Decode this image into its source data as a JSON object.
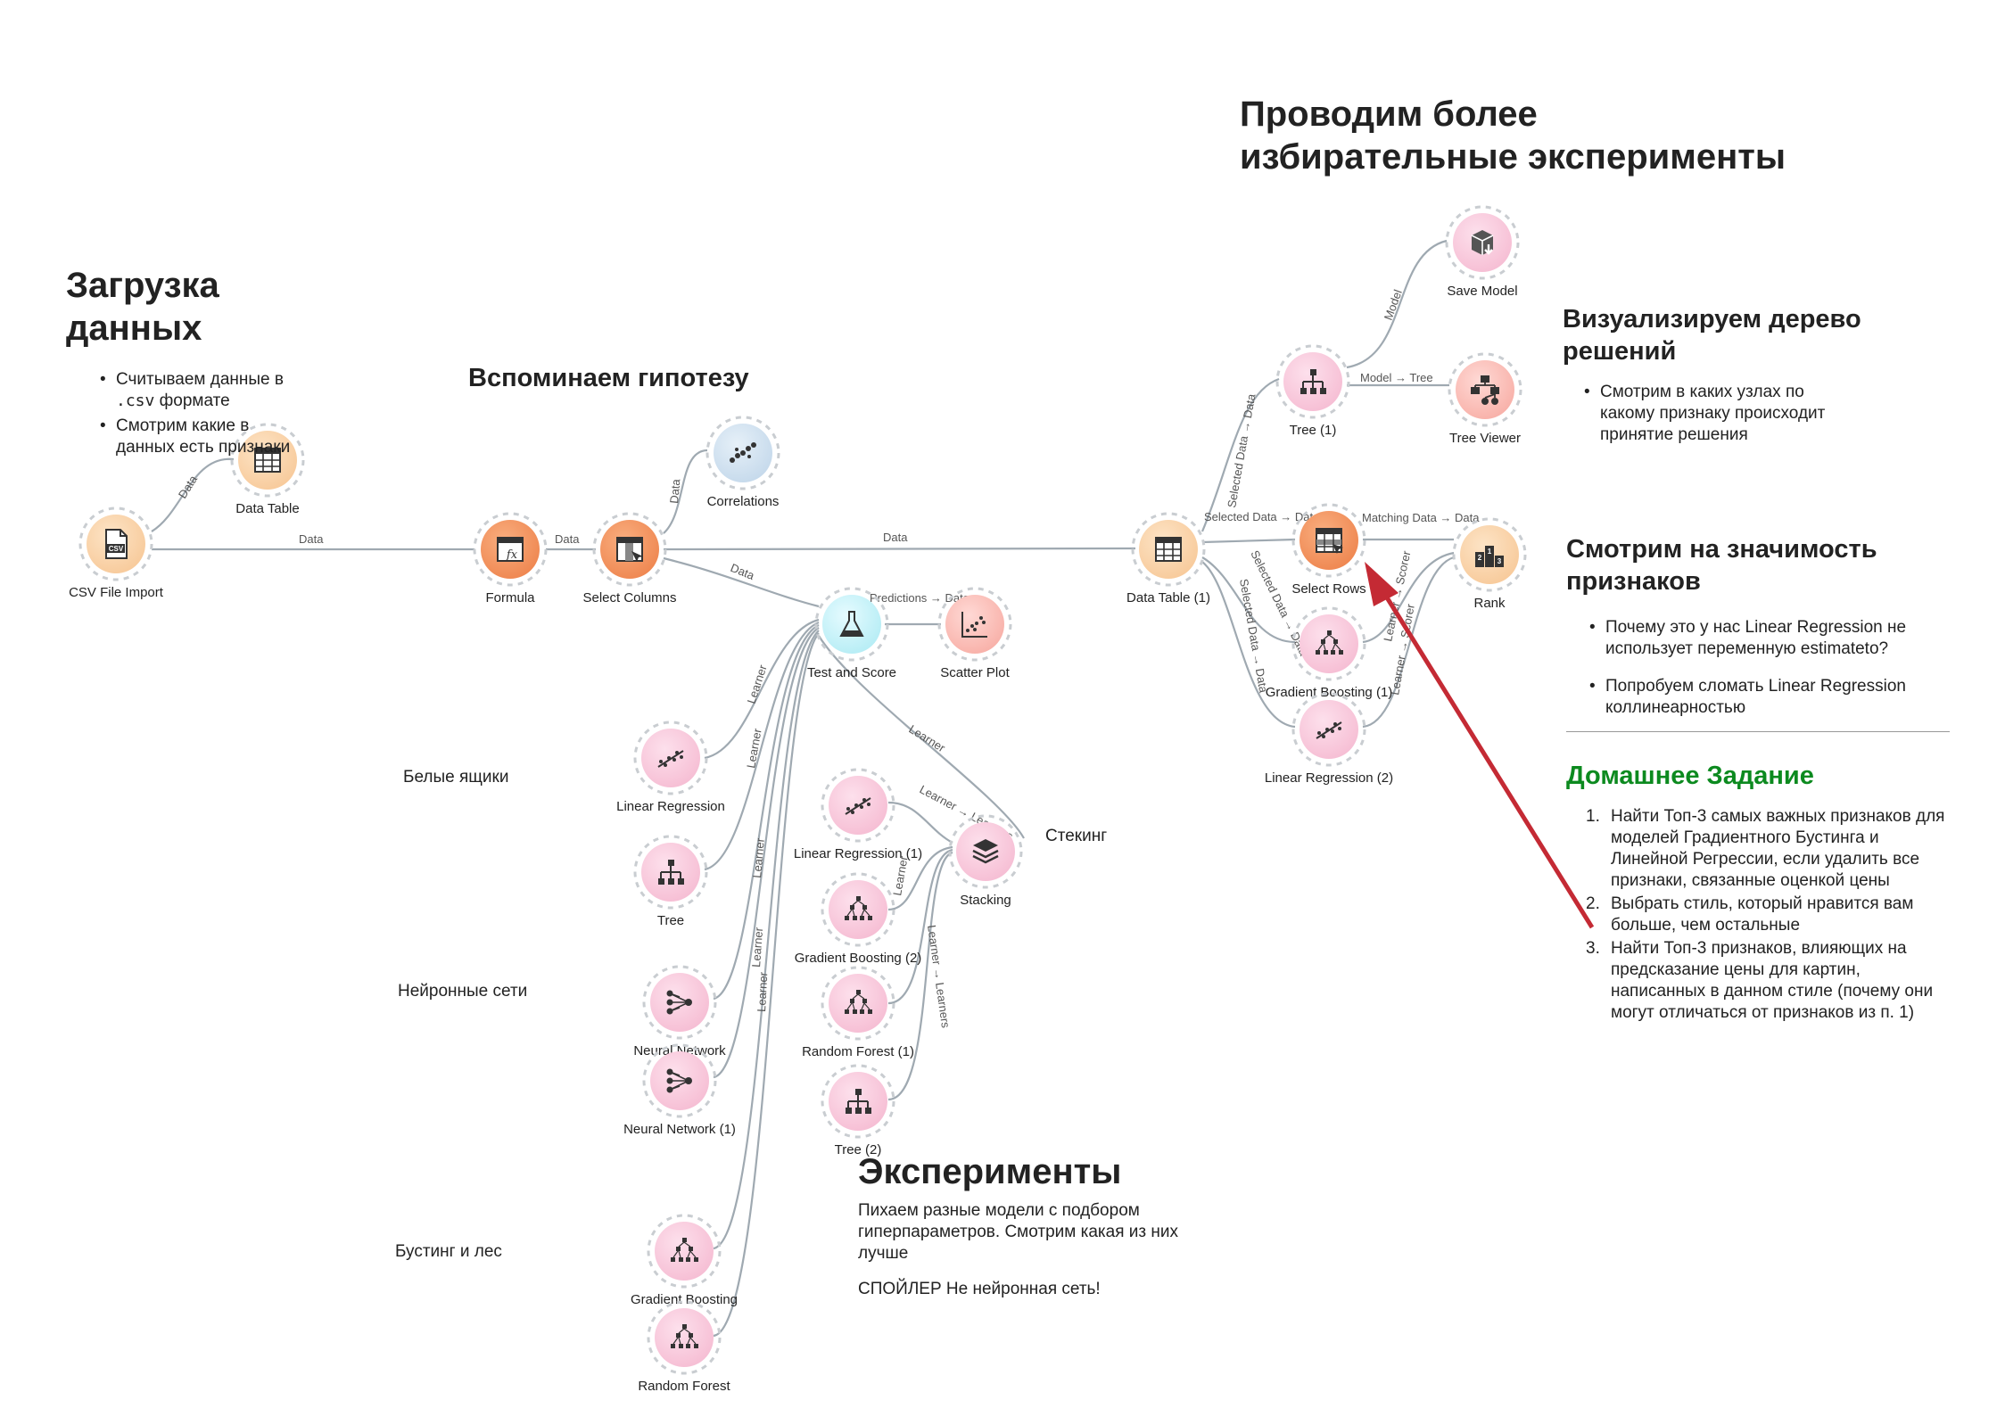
{
  "colors": {
    "link": "#9fa9b1",
    "arrow": "#c42a34",
    "green_heading": "#0c8a1f"
  },
  "nodes": {
    "csv": {
      "label": "CSV File Import",
      "icon": "csv-file-icon"
    },
    "data_table": {
      "label": "Data Table",
      "icon": "table-icon"
    },
    "formula": {
      "label": "Formula",
      "icon": "formula-icon"
    },
    "select_columns": {
      "label": "Select Columns",
      "icon": "select-columns-icon"
    },
    "correlations": {
      "label": "Correlations",
      "icon": "correlations-icon"
    },
    "test_score": {
      "label": "Test and Score",
      "icon": "flask-icon"
    },
    "scatter": {
      "label": "Scatter Plot",
      "icon": "scatter-plot-icon"
    },
    "linreg": {
      "label": "Linear Regression",
      "icon": "linear-regression-icon"
    },
    "tree": {
      "label": "Tree",
      "icon": "tree-icon"
    },
    "nn": {
      "label": "Neural Network",
      "icon": "neural-network-icon"
    },
    "nn1": {
      "label": "Neural Network (1)",
      "icon": "neural-network-icon"
    },
    "gb": {
      "label": "Gradient Boosting",
      "icon": "gradient-boosting-icon"
    },
    "rf": {
      "label": "Random Forest",
      "icon": "random-forest-icon"
    },
    "linreg1": {
      "label": "Linear Regression (1)",
      "icon": "linear-regression-icon"
    },
    "gb2": {
      "label": "Gradient Boosting (2)",
      "icon": "gradient-boosting-icon"
    },
    "rf1": {
      "label": "Random Forest (1)",
      "icon": "random-forest-icon"
    },
    "tree2": {
      "label": "Tree (2)",
      "icon": "tree-icon"
    },
    "stacking": {
      "label": "Stacking",
      "icon": "stacking-icon"
    },
    "dt1": {
      "label": "Data Table (1)",
      "icon": "table-icon"
    },
    "tree1": {
      "label": "Tree (1)",
      "icon": "tree-icon"
    },
    "save_model": {
      "label": "Save Model",
      "icon": "save-model-icon"
    },
    "tree_viewer": {
      "label": "Tree Viewer",
      "icon": "tree-viewer-icon"
    },
    "select_rows": {
      "label": "Select Rows",
      "icon": "select-rows-icon"
    },
    "rank": {
      "label": "Rank",
      "icon": "rank-icon"
    },
    "gb1": {
      "label": "Gradient Boosting (1)",
      "icon": "gradient-boosting-icon"
    },
    "linreg2": {
      "label": "Linear Regression (2)",
      "icon": "linear-regression-icon"
    }
  },
  "links": {
    "data": "Data",
    "learner": "Learner",
    "learners": "Learners",
    "model": "Model",
    "model_tree": "Model → Tree",
    "predictions_data": "Predictions → Data",
    "selected_data_data": "Selected Data → Data",
    "matching_data_data": "Matching Data → Data",
    "learner_scorer": "Learner → Scorer",
    "learner_learners": "Learner → Learners"
  },
  "notes": {
    "load_title": "Загрузка данных",
    "load_b1_pre": "Считываем данные в ",
    "load_b1_code": ".csv",
    "load_b1_post": " формате",
    "load_b2": "Смотрим какие в данных есть признаки",
    "hypothesis_title": "Вспоминаем гипотезу",
    "white_boxes": "Белые ящики",
    "neural_nets": "Нейронные сети",
    "boosting_forest": "Бустинг и лес",
    "stacking_label": "Стекинг",
    "experiments_title": "Эксперименты",
    "experiments_text": "Пихаем разные модели с подбором гиперпараметров. Смотрим какая из них лучше",
    "spoiler": "СПОЙЛЕР Не нейронная сеть!",
    "selective_title": "Проводим более избирательные эксперименты",
    "tree_viz_title": "Визуализируем дерево решений",
    "tree_viz_b1": "Смотрим в каких узлах по какому признаку происходит принятие решения",
    "importance_title": "Смотрим на значимость признаков",
    "importance_b1": "Почему это у нас Linear Regression не использует переменную estimateto?",
    "importance_b2": "Попробуем сломать Linear Regression коллинеарностью",
    "homework_title": "Домашнее Задание",
    "hw1": "Найти Топ-3 самых важных признаков для моделей Градиентного Бустинга и Линейной Регрессии, если удалить все признаки, связанные оценкой цены",
    "hw2": "Выбрать стиль, который нравится вам больше, чем остальные",
    "hw3": "Найти Топ-3 признаков, влияющих на предсказание цены для картин, написанных в данном стиле (почему они могут отличаться от признаков из п. 1)"
  }
}
